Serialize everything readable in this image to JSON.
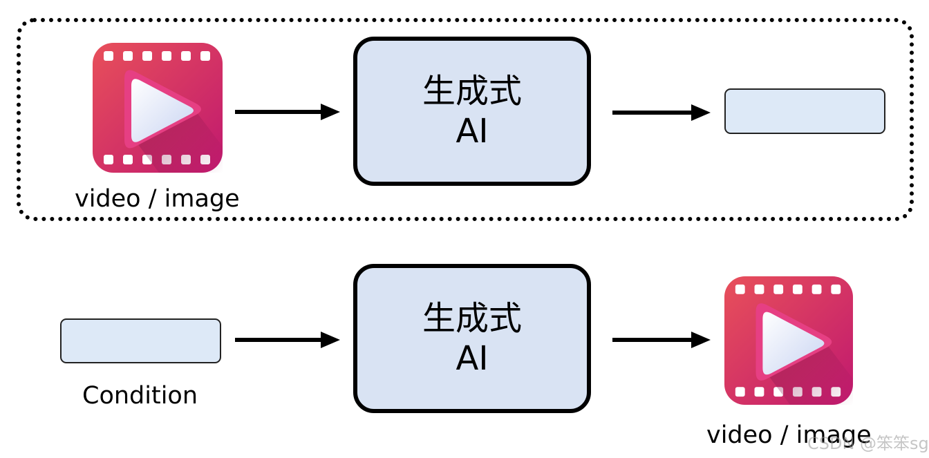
{
  "top_row": {
    "input_label": "video / image",
    "model_line1": "生成式",
    "model_line2": "AI",
    "output_label": ""
  },
  "bottom_row": {
    "input_label": "Condition",
    "model_line1": "生成式",
    "model_line2": "AI",
    "output_label": "video / image"
  },
  "icons": {
    "media": "video-player-icon",
    "arrow": "right-arrow-icon"
  },
  "colors": {
    "model_fill": "#d9e3f3",
    "box_fill": "#dde9f7",
    "icon_gradient_start": "#e14b5a",
    "icon_gradient_end": "#c2166e"
  },
  "watermark": "CSDN @笨笨sg"
}
